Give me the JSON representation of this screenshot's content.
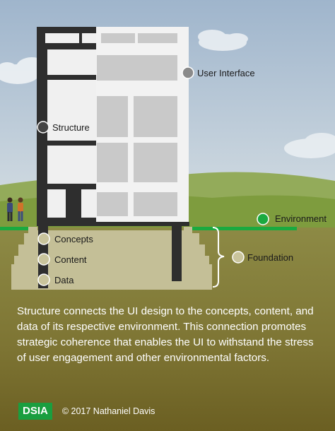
{
  "labels": {
    "user_interface": "User Interface",
    "structure": "Structure",
    "environment": "Environment",
    "concepts": "Concepts",
    "content": "Content",
    "data": "Data",
    "foundation": "Foundation"
  },
  "caption": "Structure connects the UI design to the concepts, content, and data of its respective environment. This connection promotes strategic coherence that enables the UI to withstand the stress of user engagement and other environmental factors.",
  "footer": {
    "badge": "DSIA",
    "copyright": "© 2017 Nathaniel Davis"
  },
  "colors": {
    "sky_top": "#9fb5cc",
    "sky_bottom": "#d4dde3",
    "grass": "#7a9a3c",
    "ground": "#8a8441",
    "earth_block": "#c4bf97",
    "structure": "#2e2e2e",
    "ui_surface": "#f2f2f2",
    "ui_panel": "#c9c9c9",
    "environment_line": "#1aaa40",
    "badge": "#1a9e3f",
    "marker_gray": "#8a8a8a",
    "marker_dark": "#444444",
    "marker_green": "#1aaa40",
    "marker_tan": "#c9c49c"
  }
}
